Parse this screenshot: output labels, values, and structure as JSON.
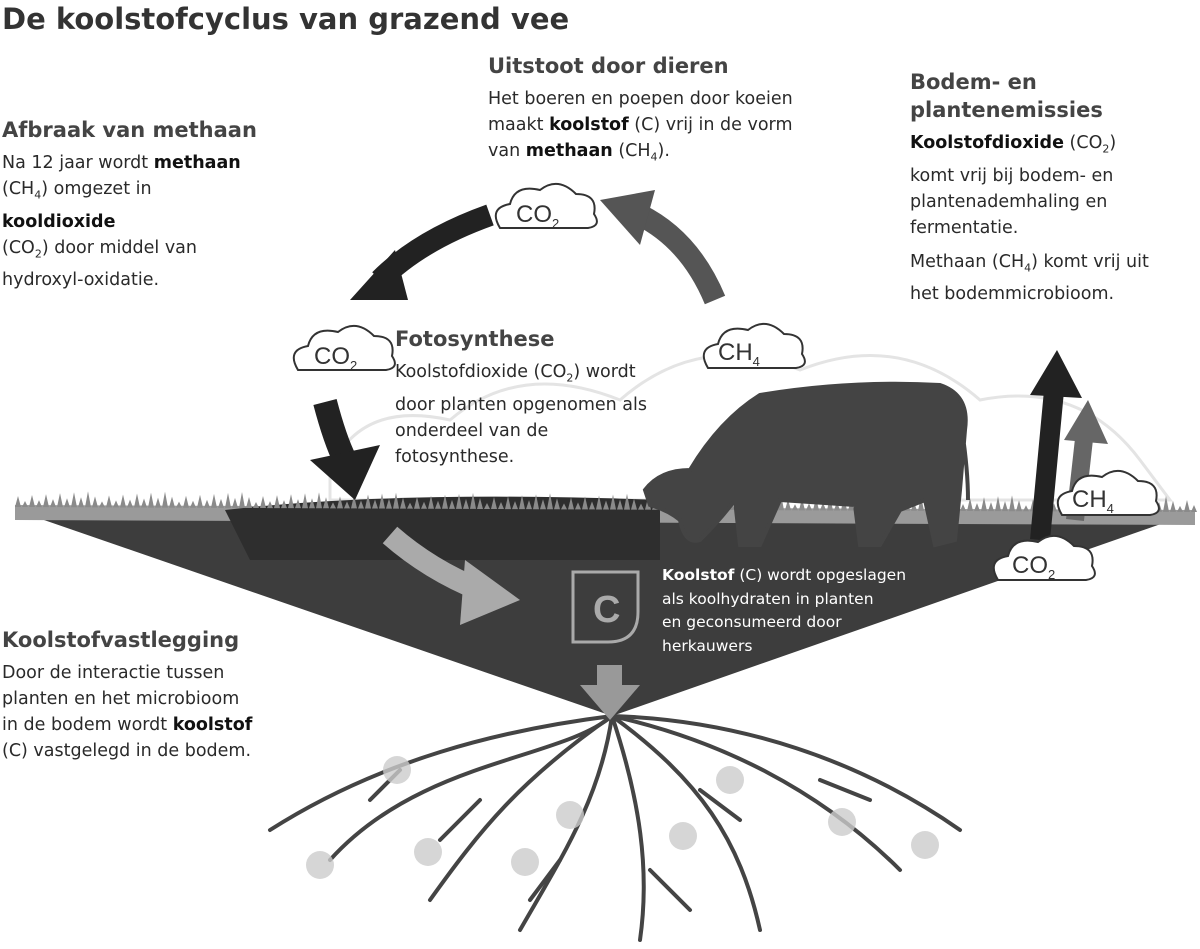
{
  "title": "De koolstofcyclus van grazend vee",
  "afbraak": {
    "heading": "Afbraak van methaan",
    "l1a": "Na 12 jaar wordt ",
    "l1b": "methaan",
    "l2a": "(CH",
    "l2s": "4",
    "l2b": ") omgezet in",
    "l3b": "kooldioxide",
    "l4a": "(CO",
    "l4s": "2",
    "l4b": ") door middel van",
    "l5": "hydroxyl-oxidatie."
  },
  "uitstoot": {
    "heading": "Uitstoot door dieren",
    "l1": "Het boeren en poepen door koeien",
    "l2a": "maakt ",
    "l2b": "koolstof",
    "l2c": " (C) vrij in de vorm",
    "l3a": "van ",
    "l3b": "methaan",
    "l3c": " (CH",
    "l3s": "4",
    "l3d": ")."
  },
  "bodem": {
    "heading1": "Bodem- en",
    "heading2": "plantenemissies",
    "l1b": "Koolstofdioxide",
    "l1a": " (CO",
    "l1s": "2",
    "l1c": ")",
    "l2": "komt vrij bij bodem- en",
    "l3": "plantenademhaling en",
    "l4": "fermentatie.",
    "l5a": "Methaan (CH",
    "l5s": "4",
    "l5b": ") komt vrij uit",
    "l6": "het bodemmicrobioom."
  },
  "foto": {
    "heading": "Fotosynthese",
    "l1a": "Koolstofdioxide (CO",
    "l1s": "2",
    "l1b": ") wordt",
    "l2": "door planten opgenomen als",
    "l3": "onderdeel van de",
    "l4": "fotosynthese."
  },
  "opslag": {
    "l1b": "Koolstof",
    "l1a": " (C) wordt opgeslagen",
    "l2": "als koolhydraten in planten",
    "l3": "en geconsumeerd door",
    "l4": "herkauwers",
    "icon_letter": "C"
  },
  "vast": {
    "heading": "Koolstofvastlegging",
    "l1": "Door de interactie tussen",
    "l2": "planten en het microbioom",
    "l3a": "in de bodem wordt ",
    "l3b": "koolstof",
    "l4": "(C) vastgelegd in de bodem."
  },
  "clouds": {
    "co2": "CO",
    "co2_sub": "2",
    "ch4": "CH",
    "ch4_sub": "4"
  }
}
